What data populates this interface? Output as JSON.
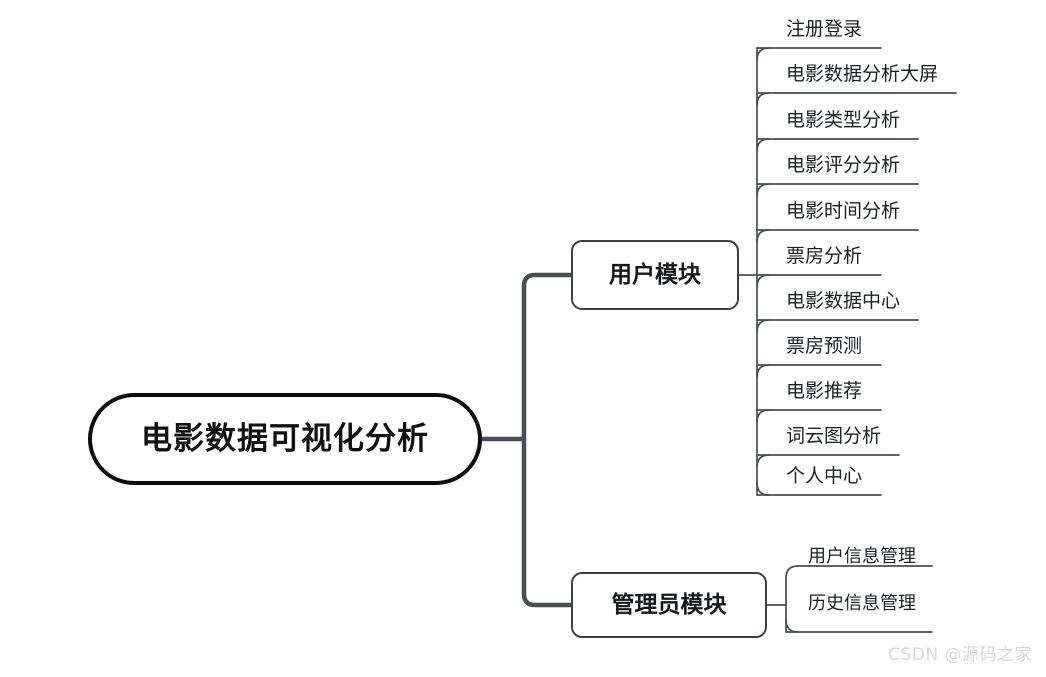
{
  "diagram": {
    "type": "mind-map",
    "title": "电影数据可视化分析",
    "root": {
      "label": "电影数据可视化分析"
    },
    "branches": [
      {
        "id": "user-module",
        "label": "用户模块",
        "leaves": [
          {
            "label": "注册登录"
          },
          {
            "label": "电影数据分析大屏"
          },
          {
            "label": "电影类型分析"
          },
          {
            "label": "电影评分分析"
          },
          {
            "label": "电影时间分析"
          },
          {
            "label": "票房分析"
          },
          {
            "label": "电影数据中心"
          },
          {
            "label": "票房预测"
          },
          {
            "label": "电影推荐"
          },
          {
            "label": "词云图分析"
          },
          {
            "label": "个人中心"
          }
        ]
      },
      {
        "id": "admin-module",
        "label": "管理员模块",
        "leaves": [
          {
            "label": "用户信息管理"
          },
          {
            "label": "历史信息管理"
          }
        ]
      }
    ],
    "watermark": "CSDN @源码之家",
    "colors": {
      "background": "#ffffff",
      "root_border": "#0d0d0d",
      "module_border": "#3b4045",
      "leaf_line": "#4a4f54",
      "trunk_line": "#4a4f54",
      "text": "#16181a",
      "watermark": "#d8d8d8"
    }
  }
}
